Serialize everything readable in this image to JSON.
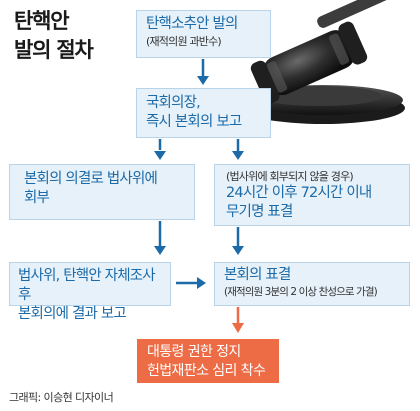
{
  "title": {
    "line1": "탄핵안",
    "line2": "발의 절차"
  },
  "steps": {
    "motion": {
      "main": "탄핵소추안 발의",
      "sub": "(재적의원 과반수)"
    },
    "report": {
      "line1": "국회의장,",
      "line2": "즉시 본회의 보고"
    },
    "refer": {
      "line1": "본회의 의결로 법사위에",
      "line2": "회부"
    },
    "direct": {
      "note": "(법사위에 회부되지 않을 경우)",
      "line1": "24시간 이후 72시간 이내",
      "line2": "무기명 표결"
    },
    "investigate": {
      "line1": "법사위, 탄핵안 자체조사 후",
      "line2": "본회의에 결과 보고"
    },
    "vote": {
      "main": "본회의 표결",
      "sub": "(재적의원 3분의 2 이상 찬성으로 가결)"
    },
    "result": {
      "line1": "대통령 권한 정지",
      "line2": "헌법재판소 심리 착수"
    }
  },
  "credit": "그래픽: 이승현 디자이너",
  "colors": {
    "box_fill": "#e6f1f9",
    "box_text": "#1c6aa8",
    "arrow": "#1c6aa8",
    "result_fill": "#ed6b45",
    "result_arrow": "#ed6b45"
  },
  "icons": [
    "gavel-icon"
  ]
}
